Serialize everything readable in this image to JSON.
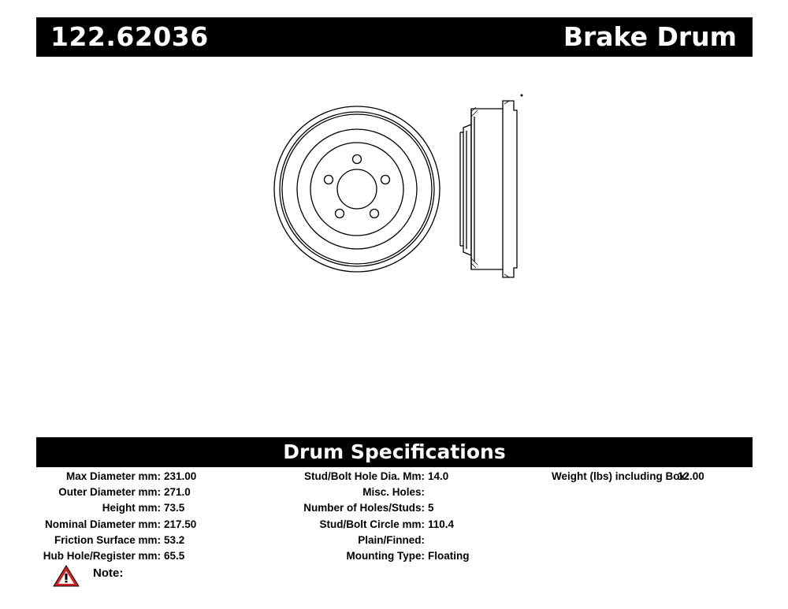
{
  "header": {
    "part_number": "122.62036",
    "product_title": "Brake Drum"
  },
  "specs": {
    "title": "Drum Specifications",
    "column1": [
      {
        "label": "Max Diameter mm:",
        "value": "231.00"
      },
      {
        "label": "Outer Diameter mm:",
        "value": "271.0"
      },
      {
        "label": "Height mm:",
        "value": "73.5"
      },
      {
        "label": "Nominal Diameter mm:",
        "value": "217.50"
      },
      {
        "label": "Friction Surface mm:",
        "value": "53.2"
      },
      {
        "label": "Hub Hole/Register mm:",
        "value": "65.5"
      }
    ],
    "column2": [
      {
        "label": "Stud/Bolt Hole Dia. Mm:",
        "value": "14.0"
      },
      {
        "label": "Misc. Holes:",
        "value": ""
      },
      {
        "label": "Number of Holes/Studs:",
        "value": "5"
      },
      {
        "label": "Stud/Bolt Circle mm:",
        "value": "110.4"
      },
      {
        "label": "Plain/Finned:",
        "value": ""
      },
      {
        "label": "Mounting Type:",
        "value": "Floating"
      }
    ],
    "column3": [
      {
        "label": "Weight (lbs) including Box:",
        "value": "12.00"
      }
    ]
  },
  "note": {
    "label": "Note:",
    "icon": "warning-triangle-icon"
  },
  "colors": {
    "bar": "#000000",
    "bar_text": "#ffffff",
    "warning_red": "#d42020"
  }
}
